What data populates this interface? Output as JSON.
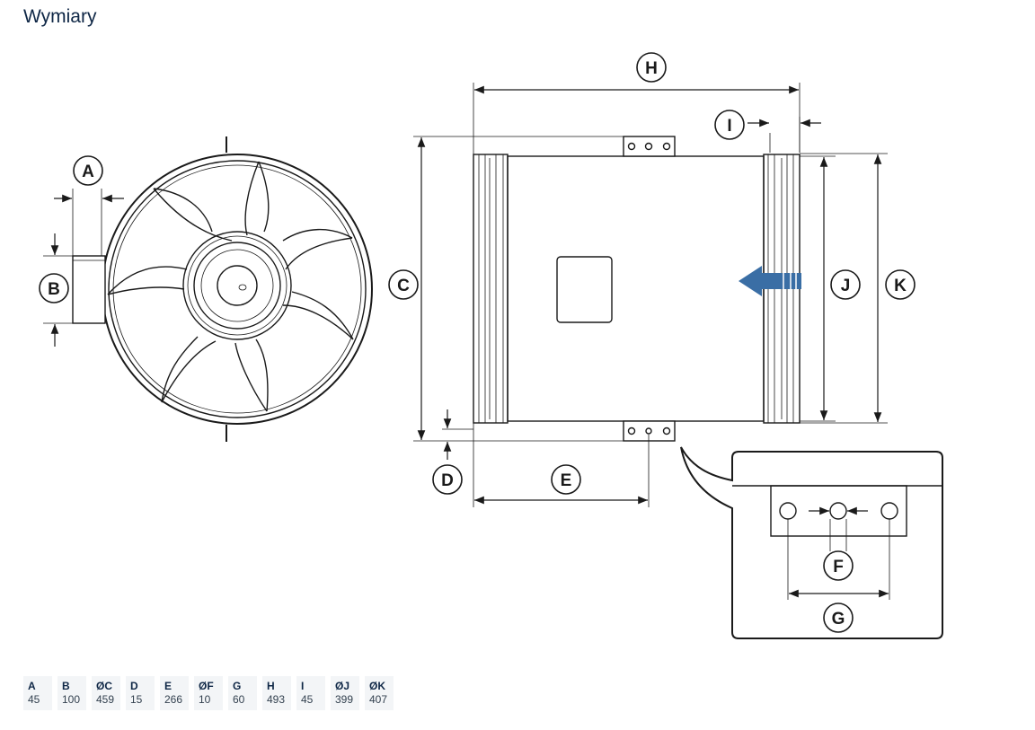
{
  "title": "Wymiary",
  "labels": {
    "A": "A",
    "B": "B",
    "C": "C",
    "D": "D",
    "E": "E",
    "F": "F",
    "G": "G",
    "H": "H",
    "I": "I",
    "J": "J",
    "K": "K"
  },
  "dimensions": [
    {
      "key": "A",
      "value": "45"
    },
    {
      "key": "B",
      "value": "100"
    },
    {
      "key": "ØC",
      "value": "459"
    },
    {
      "key": "D",
      "value": "15"
    },
    {
      "key": "E",
      "value": "266"
    },
    {
      "key": "ØF",
      "value": "10"
    },
    {
      "key": "G",
      "value": "60"
    },
    {
      "key": "H",
      "value": "493"
    },
    {
      "key": "I",
      "value": "45"
    },
    {
      "key": "ØJ",
      "value": "399"
    },
    {
      "key": "ØK",
      "value": "407"
    }
  ],
  "colors": {
    "line": "#1a1a1a",
    "arrow": "#3a6ea5",
    "text": "#0f2746",
    "cell_bg": "#f3f5f7"
  }
}
